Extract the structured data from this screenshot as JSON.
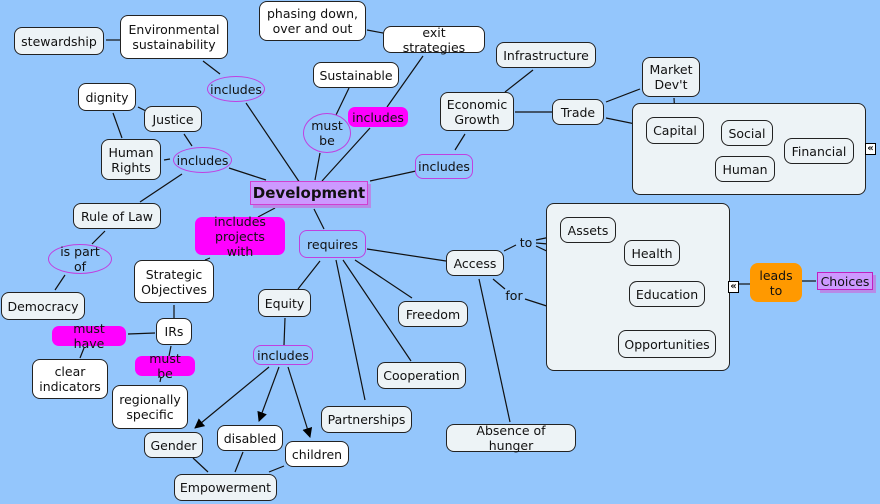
{
  "map": {
    "central": "Development",
    "nodes": {
      "stewardship": "stewardship",
      "env_sust": "Environmental\nsustainability",
      "phasing": "phasing down,\nover and out",
      "exit": "exit strategies",
      "sustainable": "Sustainable",
      "infrastructure": "Infrastructure",
      "econ_growth": "Economic\nGrowth",
      "trade": "Trade",
      "market_devt": "Market\nDev't",
      "capital": "Capital",
      "social": "Social",
      "human": "Human",
      "financial": "Financial",
      "dignity": "dignity",
      "justice": "Justice",
      "human_rights": "Human\nRights",
      "rule_of_law": "Rule of Law",
      "democracy": "Democracy",
      "strategic_obj": "Strategic\nObjectives",
      "irs": "IRs",
      "clear_ind": "clear\nindicators",
      "regionally": "regionally\nspecific",
      "equity": "Equity",
      "gender": "Gender",
      "disabled": "disabled",
      "children": "children",
      "empowerment": "Empowerment",
      "partnerships": "Partnerships",
      "cooperation": "Cooperation",
      "freedom": "Freedom",
      "access": "Access",
      "absence_hunger": "Absence of hunger",
      "assets": "Assets",
      "health": "Health",
      "education": "Education",
      "opportunities": "Opportunities",
      "choices": "Choices"
    },
    "links": {
      "includes_env": "includes",
      "must_be_sust": "must\nbe",
      "includes_exit": "includes",
      "includes_econ": "includes",
      "includes_hr": "includes",
      "is_part_of": "is part of",
      "includes_projects": "includes\nprojects with",
      "requires": "requires",
      "must_have": "must have",
      "must_be_reg": "must be",
      "includes_equity": "includes",
      "to": "to",
      "for": "for",
      "leads_to": "leads\nto"
    },
    "collapse_glyph": "«"
  }
}
